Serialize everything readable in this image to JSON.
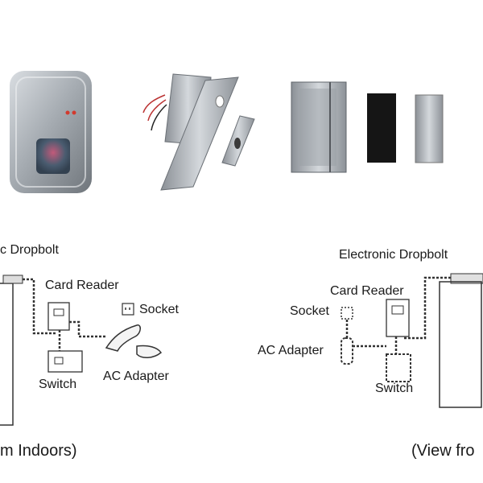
{
  "left_diagram": {
    "dropbolt_label": "c Dropbolt",
    "card_reader_label": "Card Reader",
    "socket_label": "Socket",
    "switch_label": "Switch",
    "ac_adapter_label": "AC Adapter",
    "caption": "m Indoors)"
  },
  "right_diagram": {
    "dropbolt_label": "Electronic Dropbolt",
    "card_reader_label": "Card Reader",
    "socket_label": "Socket",
    "ac_adapter_label": "AC Adapter",
    "switch_label": "Switch",
    "caption": "(View fro"
  }
}
